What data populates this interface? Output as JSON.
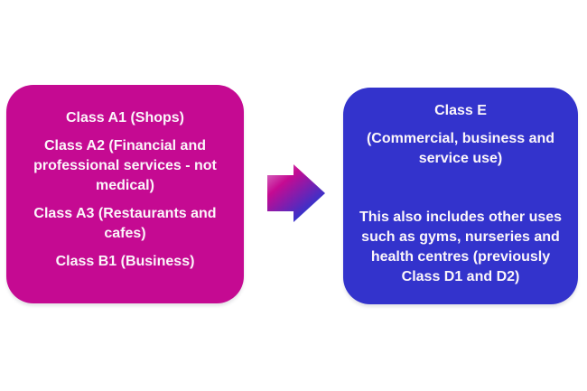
{
  "colors": {
    "page_bg": "#ffffff",
    "left_box_fill": "#c50a92",
    "right_box_fill": "#3333cc",
    "box_text": "#fbf6fa",
    "arrow_gradient_light": "#da85cc",
    "arrow_gradient_magenta": "#c50a92",
    "arrow_gradient_blue": "#3333cc"
  },
  "left_box": {
    "paragraphs": [
      {
        "lines": [
          "Class A1 (Shops)"
        ]
      },
      {
        "lines": [
          "Class A2 (Financial and",
          "professional services - not",
          "medical)"
        ]
      },
      {
        "lines": [
          "Class A3 (Restaurants and",
          "cafes)"
        ]
      },
      {
        "lines": [
          "Class B1 (Business)"
        ]
      }
    ]
  },
  "arrow": {
    "icon": "right-block-arrow",
    "direction": "right"
  },
  "right_box": {
    "title": "Class E",
    "subtitle_lines": [
      "(Commercial, business and",
      "service use)"
    ],
    "body_lines": [
      "This also includes other uses",
      "such as gyms, nurseries and",
      "health centres (previously",
      "Class D1 and D2)"
    ]
  }
}
